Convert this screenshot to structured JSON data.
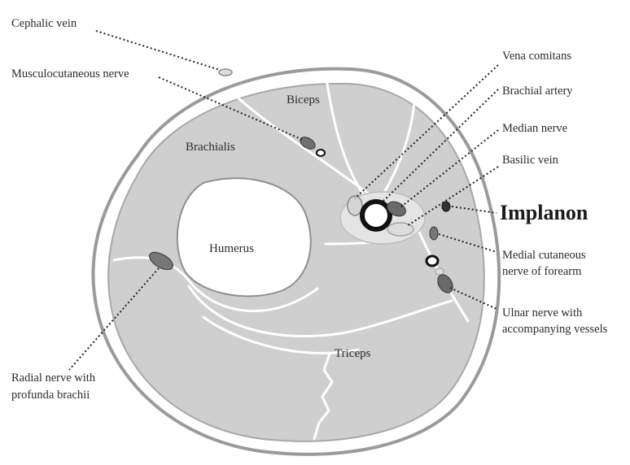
{
  "labels": {
    "cephalic_vein": "Cephalic vein",
    "musculocutaneous_nerve": "Musculocutaneous nerve",
    "biceps": "Biceps",
    "brachialis": "Brachialis",
    "humerus": "Humerus",
    "triceps": "Triceps",
    "vena_comitans": "Vena comitans",
    "brachial_artery": "Brachial artery",
    "median_nerve": "Median nerve",
    "basilic_vein": "Basilic vein",
    "implanon": "Implanon",
    "medial_cutaneous_1": "Medial cutaneous",
    "medial_cutaneous_2": "nerve of forearm",
    "ulnar_1": "Ulnar nerve with",
    "ulnar_2": "accompanying vessels",
    "radial_1": "Radial nerve with",
    "radial_2": "profunda brachii"
  }
}
